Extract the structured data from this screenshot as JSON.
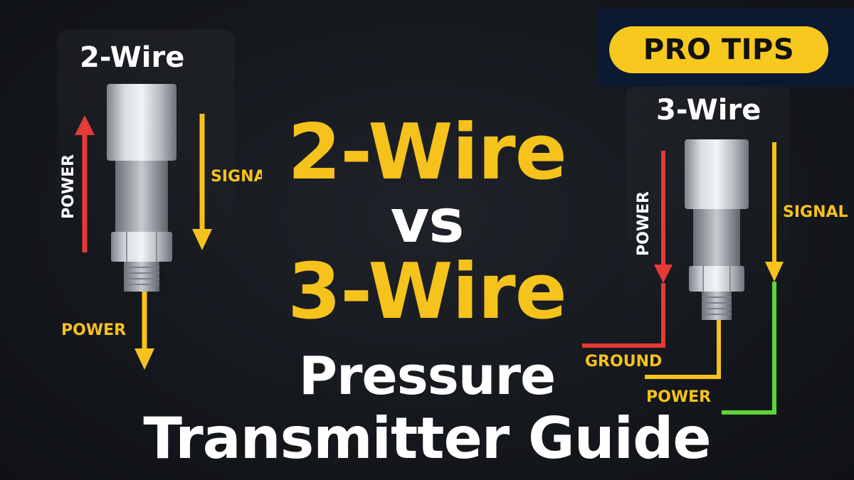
{
  "badge": {
    "text": "PRO TIPS"
  },
  "left": {
    "label": "2-Wire",
    "power_vertical": "POWER",
    "signal": "SIGNAL",
    "power_bottom": "POWER"
  },
  "right": {
    "label": "3-Wire",
    "power_vertical": "POWER",
    "signal": "SIGNAL",
    "ground": "GROUND",
    "power_bottom": "POWER"
  },
  "title": {
    "line1": "2-Wire",
    "line2": "vs",
    "line3": "3-Wire",
    "line4": "Pressure",
    "line5": "Transmitter Guide"
  },
  "colors": {
    "accent_yellow": "#f6c21c",
    "wire_red": "#e53a35",
    "wire_green": "#5ed33a",
    "badge_bg": "#0b1a31"
  }
}
